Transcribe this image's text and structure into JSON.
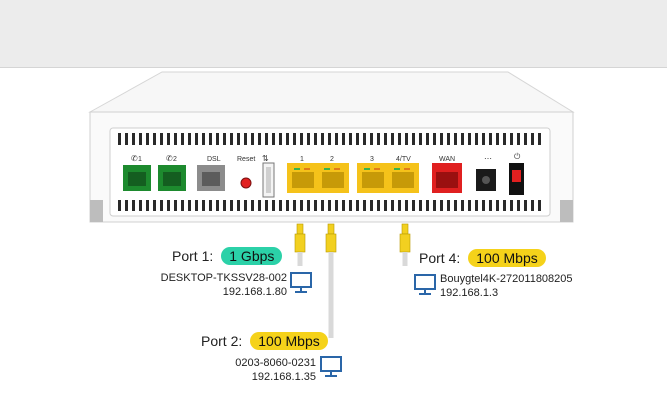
{
  "colors": {
    "speed_1g": "#2bd1a8",
    "speed_100m": "#f5d21a",
    "port_phone": "#1d8a2e",
    "port_ethernet": "#f5c21a",
    "port_wan": "#e02020",
    "cable": "#f2d020",
    "monitor": "#2a66a8"
  },
  "router": {
    "labels": {
      "tel1": "1",
      "tel2": "2",
      "dsl": "DSL",
      "reset": "Reset",
      "eth1": "1",
      "eth2": "2",
      "eth3": "3",
      "eth4": "4/TV",
      "wan": "WAN"
    }
  },
  "ports": [
    {
      "label": "Port 1:",
      "speed": "1 Gbps",
      "speed_level": "1g",
      "device": "DESKTOP-TKSSV28-002",
      "ip": "192.168.1.80"
    },
    {
      "label": "Port 2:",
      "speed": "100 Mbps",
      "speed_level": "100m",
      "device": "0203-8060-0231",
      "ip": "192.168.1.35"
    },
    {
      "label": "Port 4:",
      "speed": "100 Mbps",
      "speed_level": "100m",
      "device": "Bouygtel4K-272011808205",
      "ip": "192.168.1.3"
    }
  ]
}
